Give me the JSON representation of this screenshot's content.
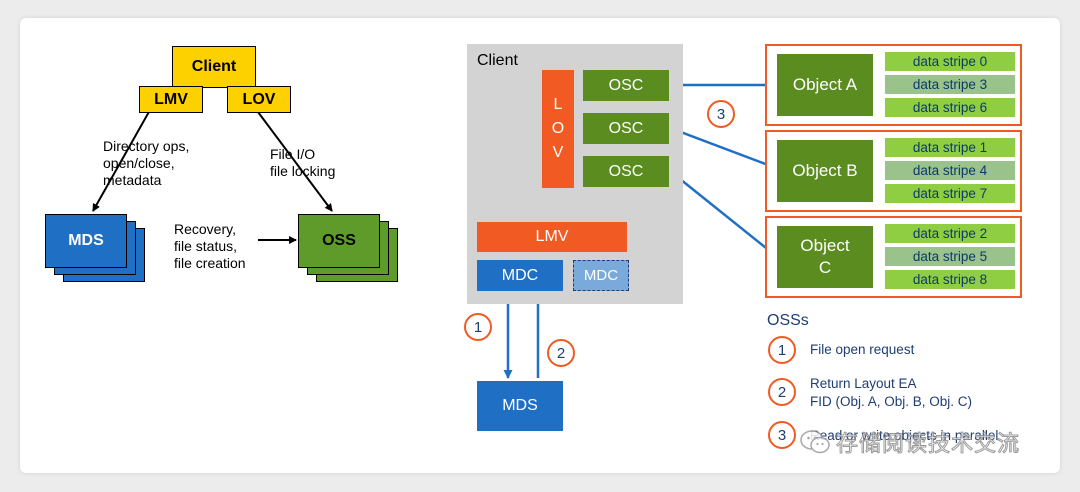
{
  "left": {
    "client": "Client",
    "lmv": "LMV",
    "lov": "LOV",
    "dir_ops": [
      "Directory ops,",
      "open/close,",
      "metadata"
    ],
    "file_io": [
      "File I/O",
      "file locking"
    ],
    "mds": "MDS",
    "oss": "OSS",
    "recovery": [
      "Recovery,",
      "file status,",
      "file creation"
    ]
  },
  "right": {
    "client": "Client",
    "lov_letters": [
      "L",
      "O",
      "V"
    ],
    "osc": [
      "OSC",
      "OSC",
      "OSC"
    ],
    "lmv": "LMV",
    "mdc": "MDC",
    "mdc2": "MDC",
    "mds": "MDS",
    "objects": [
      {
        "name": [
          "Object A"
        ],
        "stripes": [
          "data stripe 0",
          "data stripe 3",
          "data stripe 6"
        ]
      },
      {
        "name": [
          "Object B"
        ],
        "stripes": [
          "data stripe 1",
          "data stripe 4",
          "data stripe 7"
        ]
      },
      {
        "name": [
          "Object",
          "C"
        ],
        "stripes": [
          "data stripe 2",
          "data stripe 5",
          "data stripe 8"
        ]
      }
    ],
    "osss": "OSSs",
    "steps": [
      "1",
      "2",
      "3"
    ],
    "legend": [
      {
        "num": "1",
        "lines": [
          "File open request"
        ]
      },
      {
        "num": "2",
        "lines": [
          "Return Layout EA",
          "FID (Obj. A, Obj. B, Obj. C)"
        ]
      },
      {
        "num": "3",
        "lines": [
          "Read or write objects in parallel"
        ]
      }
    ]
  },
  "watermark": "存储阅读技术交流",
  "colors": {
    "yellow": "#fdd000",
    "blue": "#1f6fc5",
    "green": "#5b8c20",
    "orange": "#f15a22",
    "stripe_light": "#8fce42",
    "stripe_dark": "#99c38a",
    "client_bg": "#d3d3d3",
    "text_navy": "#1f3d73"
  },
  "icons": [
    "wechat-icon"
  ]
}
